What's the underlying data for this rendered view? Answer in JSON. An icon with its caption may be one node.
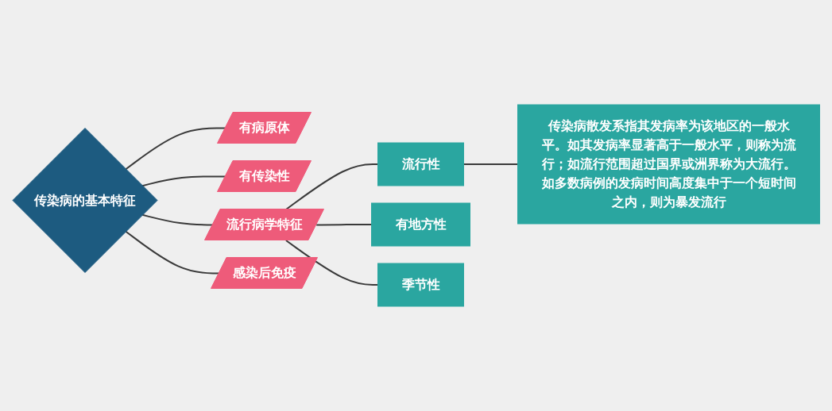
{
  "diagram": {
    "nodes": [
      {
        "text": [
          "传染病的基本特征"
        ]
      },
      {
        "text": [
          "有病原体"
        ]
      },
      {
        "text": [
          "有传染性"
        ]
      },
      {
        "text": [
          "流行病学特征"
        ]
      },
      {
        "text": [
          "感染后免疫"
        ]
      },
      {
        "text": [
          "流行性"
        ]
      },
      {
        "text": [
          "有地方性"
        ]
      },
      {
        "text": [
          "季节性"
        ]
      },
      {
        "text": [
          "传染病散发系指其发病率为该地区的一般水平。如其发病率显著高于一般水平，则称为流行；如流行范围超过国界或洲界称为大流行。如多数病例的发病时间高度集中于一个短时间之内，则为暴发流行"
        ]
      }
    ],
    "edges": [
      {
        "from": 0,
        "to": 1,
        "arrow": "none"
      },
      {
        "from": 0,
        "to": 2,
        "arrow": "none"
      },
      {
        "from": 0,
        "to": 3,
        "arrow": "none"
      },
      {
        "from": 0,
        "to": 4,
        "arrow": "none"
      },
      {
        "from": 3,
        "to": 5,
        "arrow": "none"
      },
      {
        "from": 3,
        "to": 6,
        "arrow": "none"
      },
      {
        "from": 3,
        "to": 7,
        "arrow": "none"
      },
      {
        "from": 5,
        "to": 8,
        "arrow": "none"
      }
    ]
  }
}
